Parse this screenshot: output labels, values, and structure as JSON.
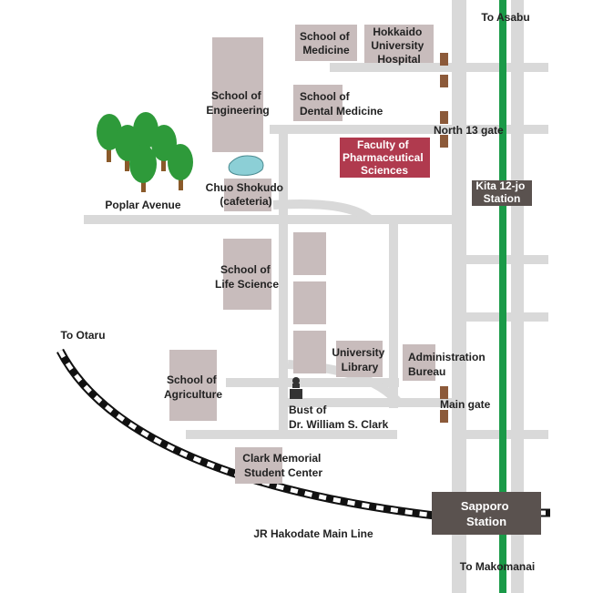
{
  "colors": {
    "background": "#ffffff",
    "road": "#d9d9d9",
    "building": "#c8bcbc",
    "highlight_building": "#b03a4e",
    "station_box": "#5a524f",
    "subway_line": "#1a9a48",
    "gate": "#8c5a3a",
    "tree": "#2e9a3a",
    "trunk": "#8a5a2a",
    "pond": "#8ccfd6",
    "rail": "#111111"
  },
  "directions": {
    "north": "To Asabu",
    "south": "To Makomanai",
    "west": "To Otaru"
  },
  "buildings": {
    "medicine": [
      "School of",
      "Medicine"
    ],
    "hospital": [
      "Hokkaido",
      "University",
      "Hospital"
    ],
    "engineering": [
      "School of",
      "Engineering"
    ],
    "dental": [
      "School of",
      "Dental Medicine"
    ],
    "pharma": [
      "Faculty of",
      "Pharmaceutical",
      "Sciences"
    ],
    "chuo": [
      "Chuo Shokudo",
      "(cafeteria)"
    ],
    "life_science": [
      "School of",
      "Life Science"
    ],
    "agriculture": [
      "School of",
      "Agriculture"
    ],
    "library": [
      "University",
      "Library"
    ],
    "admin": [
      "Administration",
      "Bureau"
    ],
    "clark_center": [
      "Clark Memorial",
      "Student Center"
    ]
  },
  "landmarks": {
    "poplar": "Poplar Avenue",
    "bust": [
      "Bust of",
      "Dr. William S. Clark"
    ]
  },
  "gates": {
    "north13": "North 13 gate",
    "main": "Main gate"
  },
  "stations": {
    "kita12": [
      "Kita 12-jo",
      "Station"
    ],
    "sapporo": [
      "Sapporo",
      "Station"
    ]
  },
  "rail_line": "JR Hakodate Main Line",
  "icons": {
    "trees": "tree-icon",
    "pond": "pond-icon",
    "bust": "statue-icon",
    "gate": "gate-marker-icon"
  }
}
